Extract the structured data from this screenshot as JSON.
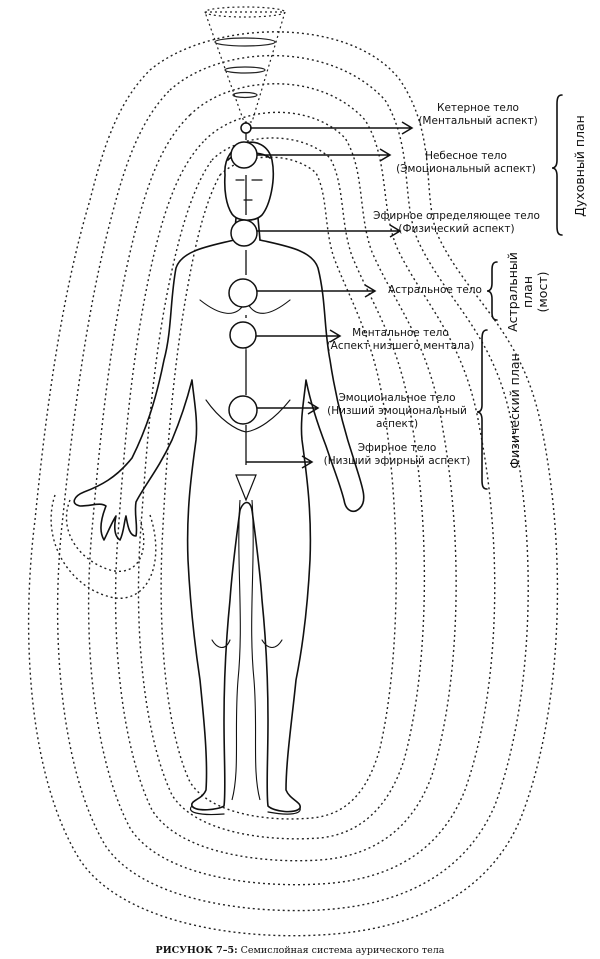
{
  "labels": {
    "causal": [
      "Кетерное тело",
      "(Ментальный аспект)"
    ],
    "celestial": [
      "Небесное тело",
      "(Эмоциональный аспект)"
    ],
    "etheric_template": [
      "Эфирное определяющее тело",
      "(Физический аспект)"
    ],
    "astral": [
      "Астральное тело"
    ],
    "mental": [
      "Ментальное тело",
      "(Аспект низшего ментала)"
    ],
    "emotional": [
      "Эмоциональное тело",
      "(Низший эмоциональный",
      "аспект)"
    ],
    "etheric": [
      "Эфирное тело",
      "(Низший эфирный аспект)"
    ]
  },
  "planes": {
    "spiritual": [
      "Духовный план"
    ],
    "astral": [
      "Астральный",
      "план",
      "(мост)"
    ],
    "physical": [
      "Физический план"
    ]
  },
  "caption": {
    "prefix": "РИСУНОК 7–5:",
    "text": "Семислойная система аурического тела"
  }
}
